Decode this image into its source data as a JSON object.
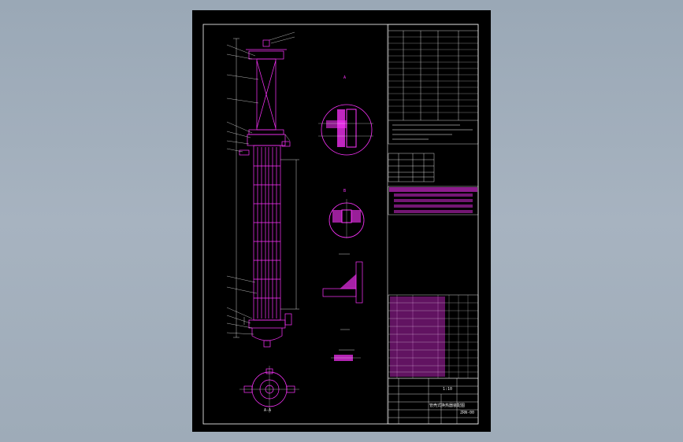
{
  "colors": {
    "background": "#a3afbc",
    "sheet": "#000000",
    "line": "#ffffff",
    "accent": "#ff33ff"
  },
  "drawing_labels": {
    "section_a": "A",
    "section_b": "B",
    "view_bottom": "A-A"
  },
  "title_block": {
    "drawing_title": "管壳式换热器装配图",
    "scale": "1:10",
    "sheet_no": "ZRN-00"
  }
}
